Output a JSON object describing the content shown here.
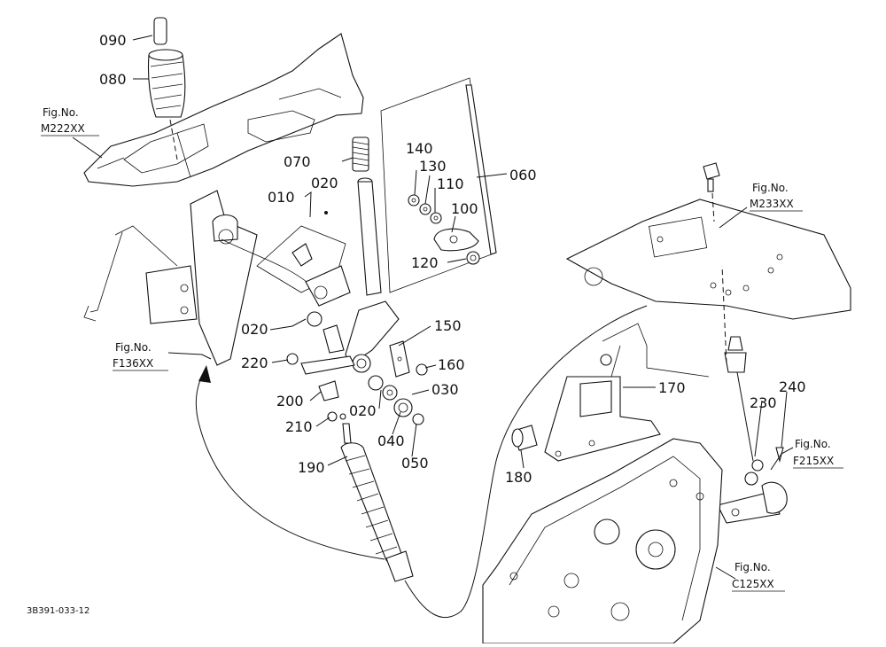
{
  "parts": {
    "p090": "090",
    "p080": "080",
    "p070": "070",
    "p010": "010",
    "p020_top": "020",
    "p140": "140",
    "p130": "130",
    "p110": "110",
    "p100": "100",
    "p060": "060",
    "p120": "120",
    "p020_mid": "020",
    "p150": "150",
    "p220": "220",
    "p160": "160",
    "p030": "030",
    "p200": "200",
    "p020_low": "020",
    "p210": "210",
    "p040": "040",
    "p050": "050",
    "p190": "190",
    "p170": "170",
    "p180": "180",
    "p230": "230",
    "p240": "240"
  },
  "figrefs": {
    "m222": {
      "head": "Fig.No.",
      "code": "M222XX"
    },
    "f136": {
      "head": "Fig.No.",
      "code": "F136XX"
    },
    "m233": {
      "head": "Fig.No.",
      "code": "M233XX"
    },
    "f215": {
      "head": "Fig.No.",
      "code": "F215XX"
    },
    "c125": {
      "head": "Fig.No.",
      "code": "C125XX"
    }
  },
  "footer": {
    "code": "3B391-033-12"
  }
}
